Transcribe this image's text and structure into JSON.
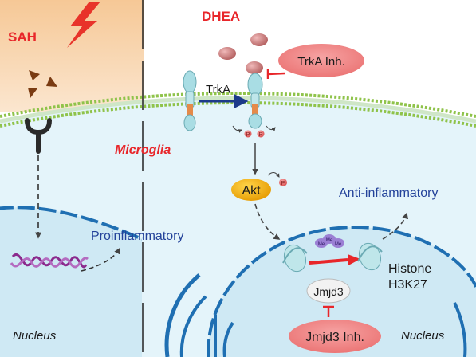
{
  "labels": {
    "sah": "SAH",
    "dhea": "DHEA",
    "trka": "TrkA",
    "trka_inhibitor": "TrkA Inh.",
    "microglia": "Microglia",
    "akt": "Akt",
    "phospho": "P",
    "methyl": "Me",
    "proinflammatory": "Proinflammatory",
    "anti_inflammatory": "Anti-inflammatory",
    "histone_line1": "Histone",
    "histone_line2": "H3K27",
    "jmjd3": "Jmjd3",
    "jmjd3_inhibitor": "Jmjd3 Inh.",
    "nucleus_left": "Nucleus",
    "nucleus_right": "Nucleus"
  },
  "colors": {
    "sah_background": "#f7d6b3",
    "cytoplasm": "#e6f6fb",
    "nucleus": "#d0edf7",
    "nuclear_envelope": "#1f6fb2",
    "membrane_beads": "#8fc34a",
    "lightning": "#e8332a",
    "red_text": "#e8262a",
    "blue_text": "#23429a",
    "inhibitor": "#f08a8a",
    "akt": "#f4b400",
    "dna": "#8b2a8d",
    "receptor": "#a8d8e0",
    "dhea_ball": "#c87a7a",
    "methyl": "#9b7fd4"
  },
  "icons": [
    "lightning-icon",
    "receptor-y-icon",
    "dna-helix-icon",
    "trka-receptor-icon",
    "nucleosome-icon"
  ]
}
